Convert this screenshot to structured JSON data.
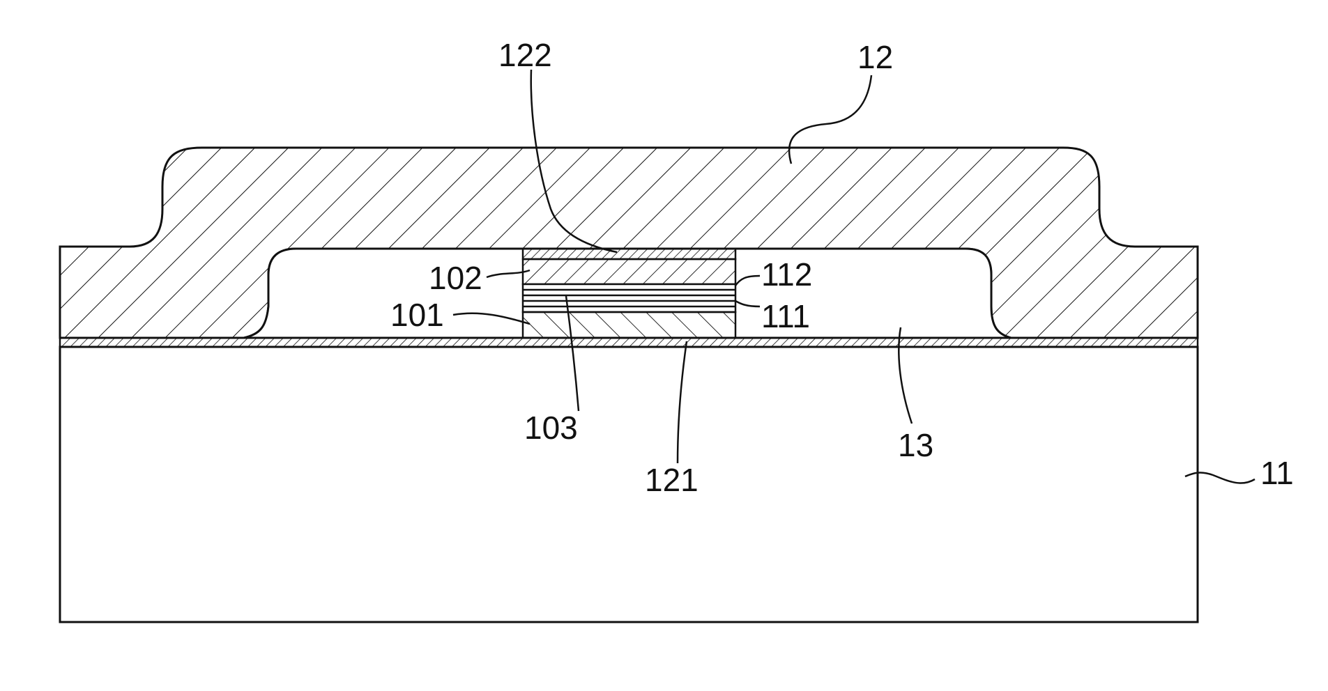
{
  "labels": {
    "l122": "122",
    "l12": "12",
    "l102": "102",
    "l112": "112",
    "l101": "101",
    "l111": "111",
    "l103": "103",
    "l121": "121",
    "l13": "13",
    "l11": "11"
  },
  "colors": {
    "line": "#111111",
    "background": "#ffffff"
  }
}
